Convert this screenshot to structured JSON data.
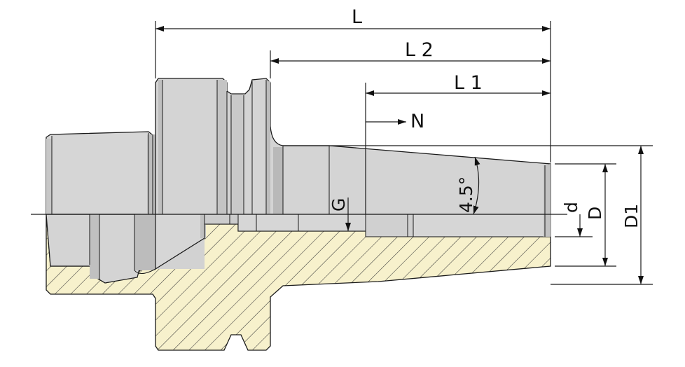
{
  "drawing": {
    "labels": {
      "overall_length": "L",
      "length_2": "L 2",
      "length_1": "L 1",
      "thread_n": "N",
      "thread_g": "G",
      "taper_angle": "4.5°",
      "inner_d": "d",
      "diameter_d": "D",
      "diameter_d1": "D1"
    },
    "colors": {
      "body_fill": "#d4d4d4",
      "body_dark": "#b8b8b8",
      "section_fill": "#f7f1cc",
      "hatch": "#3a3a3a",
      "line": "#1a1a1a"
    }
  }
}
